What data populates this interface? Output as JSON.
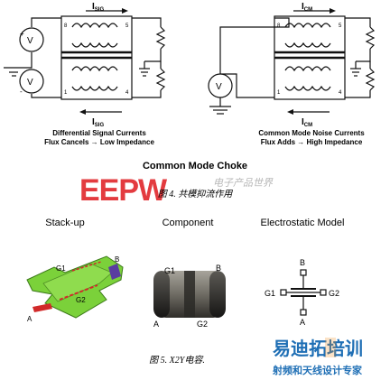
{
  "diagram": {
    "left_circuit": {
      "current_label": "I",
      "current_sub": "SIG",
      "caption_line1": "Differential Signal Currents",
      "caption_line2": "Flux Cancels → Low Impedance",
      "source_symbol": "V",
      "plus": "+",
      "minus": "-",
      "pins": [
        "8",
        "5",
        "1",
        "4"
      ]
    },
    "right_circuit": {
      "current_label": "I",
      "current_sub": "CM",
      "caption_line1": "Common Mode Noise Currents",
      "caption_line2": "Flux Adds → High Impedance",
      "source_symbol": "V",
      "pins": [
        "8",
        "5",
        "1",
        "4"
      ]
    },
    "title": "Common Mode Choke",
    "figure4_caption": "图 4. 共模抑流作用",
    "watermark_logo": "EEPW",
    "watermark_cn": "电子产品世界",
    "panels": {
      "stackup": {
        "title": "Stack-up",
        "labels": [
          "G1",
          "B",
          "G2",
          "A"
        ]
      },
      "component": {
        "title": "Component",
        "labels": [
          "G1",
          "B",
          "A",
          "G2"
        ]
      },
      "electrostatic": {
        "title": "Electrostatic Model",
        "labels": [
          "B",
          "G1",
          "G2",
          "A"
        ]
      }
    },
    "figure5_caption": "图 5. X2Y电容.",
    "brand_logo": "易迪拓培训",
    "brand_tagline": "射频和天线设计专家"
  },
  "colors": {
    "watermark_red": "#e0262b",
    "watermark_gray": "#b8b8b8",
    "board_green": "#7bd13a",
    "board_purple": "#5a3ca0",
    "board_red": "#d12a2a",
    "brand_blue": "#1f6fb5",
    "brand_orange": "#f08a1c"
  }
}
